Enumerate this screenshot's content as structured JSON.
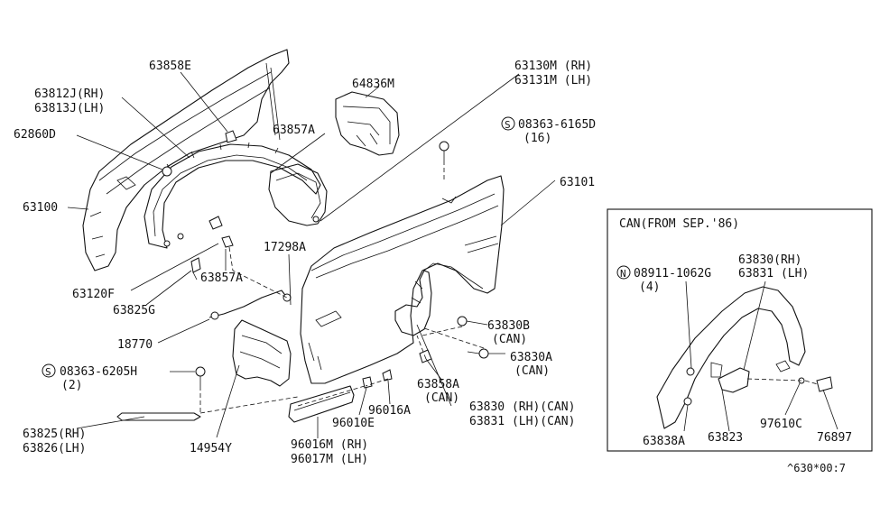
{
  "labels": {
    "p63858E": "63858E",
    "p64836M": "64836M",
    "p63130M": "63130M (RH)",
    "p63131M": "63131M (LH)",
    "p63812J": "63812J(RH)",
    "p63813J": "63813J(LH)",
    "p63857A_top": "63857A",
    "p08363_6165D": "08363-6165D",
    "qty_16": "(16)",
    "p62860D": "62860D",
    "p63101": "63101",
    "p63100": "63100",
    "p17298A": "17298A",
    "p63120F": "63120F",
    "p63857A_bot": "63857A",
    "p63825G": "63825G",
    "p63830B": "63830B",
    "can_1": "(CAN)",
    "p18770": "18770",
    "p63830A": "63830A",
    "can_2": "(CAN)",
    "p08363_6205H": "08363-6205H",
    "qty_2": "(2)",
    "p63858A": "63858A",
    "can_3": "(CAN)",
    "p63830_rh_can": "63830 (RH)(CAN)",
    "p63831_lh_can": "63831 (LH)(CAN)",
    "p96016A": "96016A",
    "p96010E": "96010E",
    "p63825_rh": "63825(RH)",
    "p63826_lh": "63826(LH)",
    "p14954Y": "14954Y",
    "p96016M": "96016M (RH)",
    "p96017M": "96017M (LH)",
    "inset_title": "CAN(FROM SEP.'86)",
    "inset_63830": "63830(RH)",
    "inset_63831": "63831 (LH)",
    "inset_08911": "08911-1062G",
    "inset_qty_4": "(4)",
    "inset_63838A": "63838A",
    "inset_63823": "63823",
    "inset_97610C": "97610C",
    "inset_76897": "76897",
    "footer_code": "^630*00:7",
    "symbol_s": "S",
    "symbol_n": "N"
  }
}
